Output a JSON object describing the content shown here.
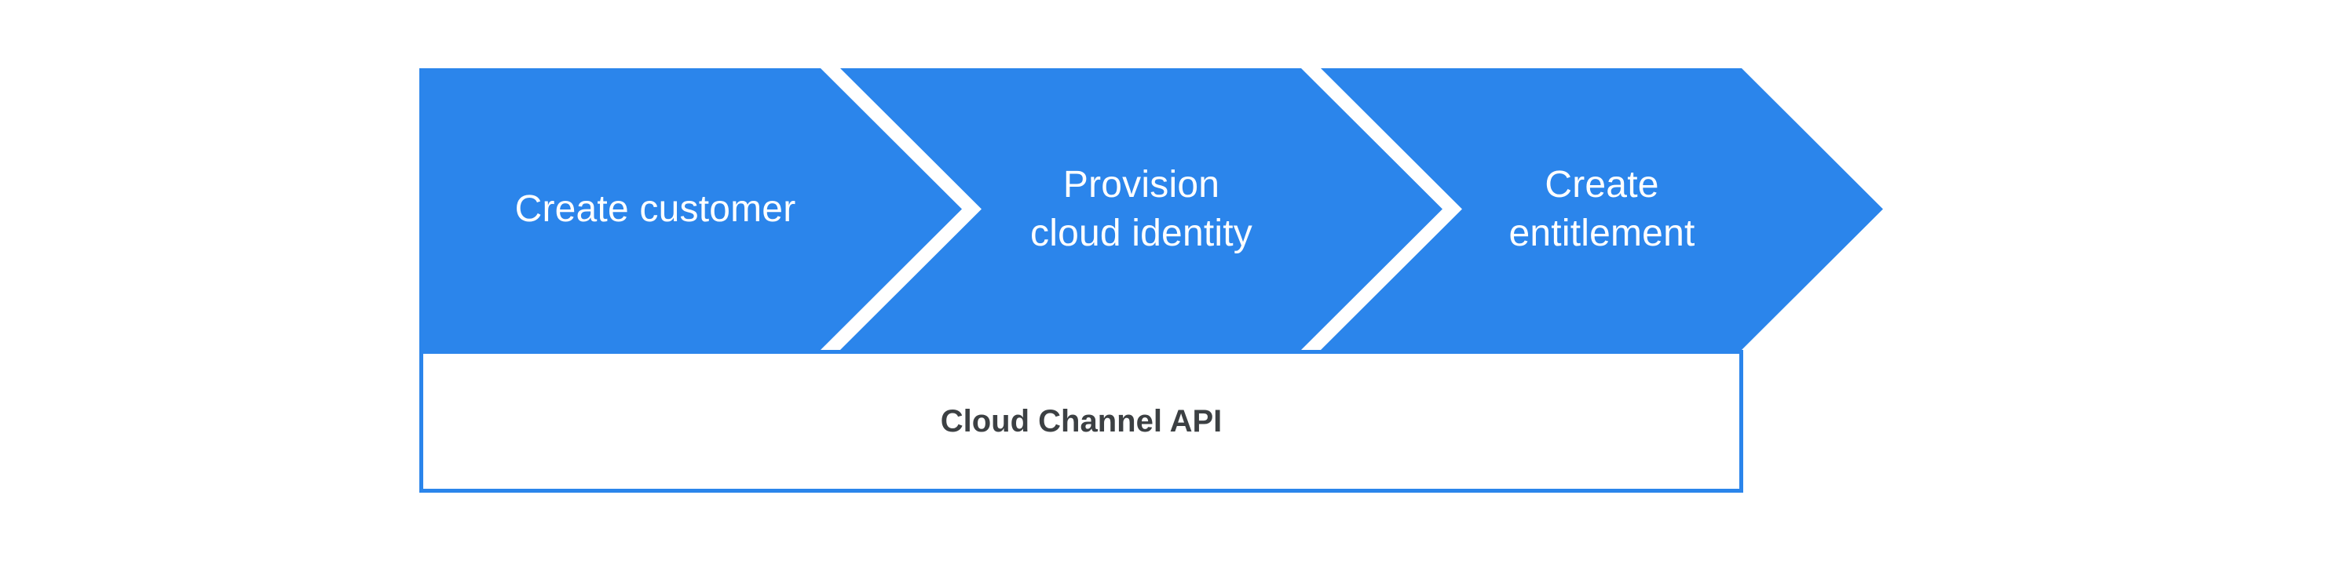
{
  "diagram": {
    "steps": [
      {
        "label": "Create customer",
        "lines": [
          "Create customer"
        ]
      },
      {
        "label": "Provision cloud identity",
        "lines": [
          "Provision",
          "cloud identity"
        ]
      },
      {
        "label": "Create entitlement",
        "lines": [
          "Create",
          "entitlement"
        ]
      }
    ],
    "base": {
      "label": "Cloud Channel API"
    }
  },
  "colors": {
    "chevron_fill": "#2B85EB",
    "box_border": "#2B85EB",
    "box_fill": "#FFFFFF",
    "step_label_text": "#FFFFFF",
    "base_label_text": "#3C4043",
    "background": "#FFFFFF"
  }
}
